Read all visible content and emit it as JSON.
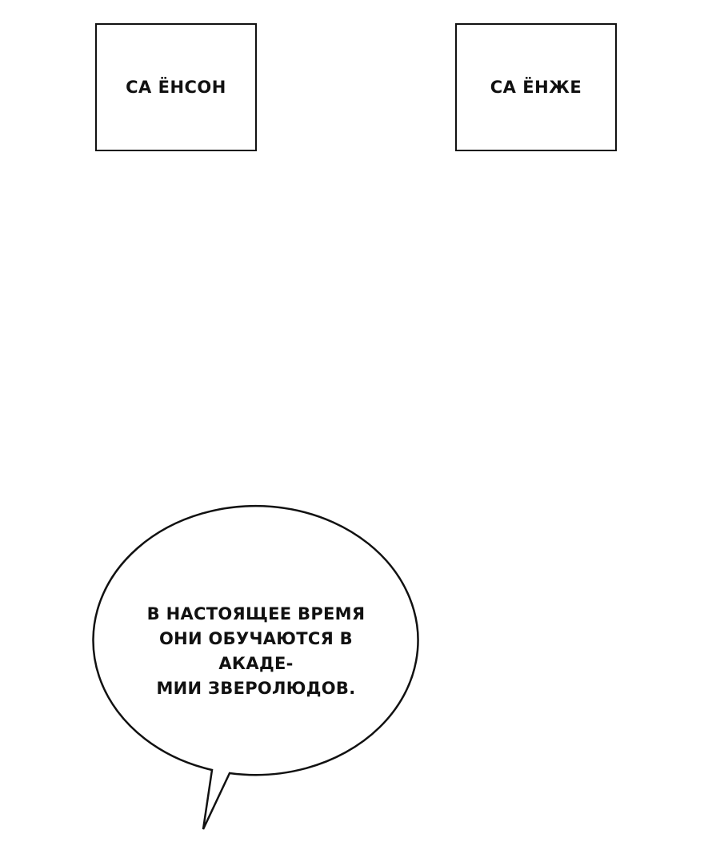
{
  "panel": {
    "name_labels": [
      "СА ЁНСОН",
      "СА ЁНЖЕ"
    ],
    "speech_bubble": {
      "lines": [
        "В НАСТОЯЩЕЕ ВРЕМЯ",
        "ОНИ ОБУЧАЮТСЯ В АКАДЕ-",
        "МИИ ЗВЕРОЛЮДОВ."
      ]
    }
  }
}
